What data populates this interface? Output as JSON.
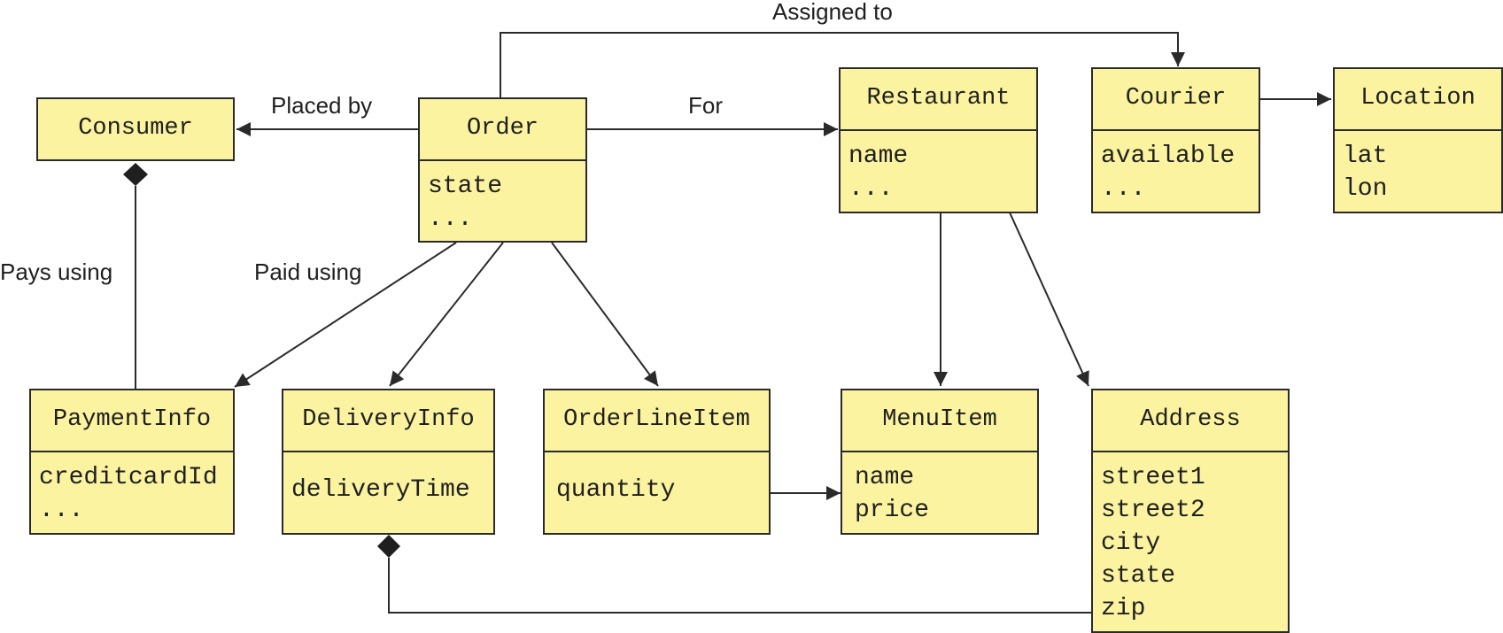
{
  "colors": {
    "box_fill": "#fbf3a0",
    "line": "#2a2a2a"
  },
  "entities": {
    "consumer": {
      "name": "Consumer",
      "attrs": []
    },
    "order": {
      "name": "Order",
      "attrs": [
        "state",
        "..."
      ]
    },
    "restaurant": {
      "name": "Restaurant",
      "attrs": [
        "name",
        "..."
      ]
    },
    "courier": {
      "name": "Courier",
      "attrs": [
        "available",
        "..."
      ]
    },
    "location": {
      "name": "Location",
      "attrs": [
        "lat",
        "lon"
      ]
    },
    "paymentinfo": {
      "name": "PaymentInfo",
      "attrs": [
        "creditcardId",
        "..."
      ]
    },
    "deliveryinfo": {
      "name": "DeliveryInfo",
      "attrs": [
        "deliveryTime"
      ]
    },
    "orderlineitem": {
      "name": "OrderLineItem",
      "attrs": [
        "quantity"
      ]
    },
    "menuitem": {
      "name": "MenuItem",
      "attrs": [
        "name",
        "price"
      ]
    },
    "address": {
      "name": "Address",
      "attrs": [
        "street1",
        "street2",
        "city",
        "state",
        "zip"
      ]
    }
  },
  "relations": {
    "assigned_to": "Assigned to",
    "placed_by": "Placed by",
    "for": "For",
    "pays_using": "Pays using",
    "paid_using": "Paid using"
  }
}
